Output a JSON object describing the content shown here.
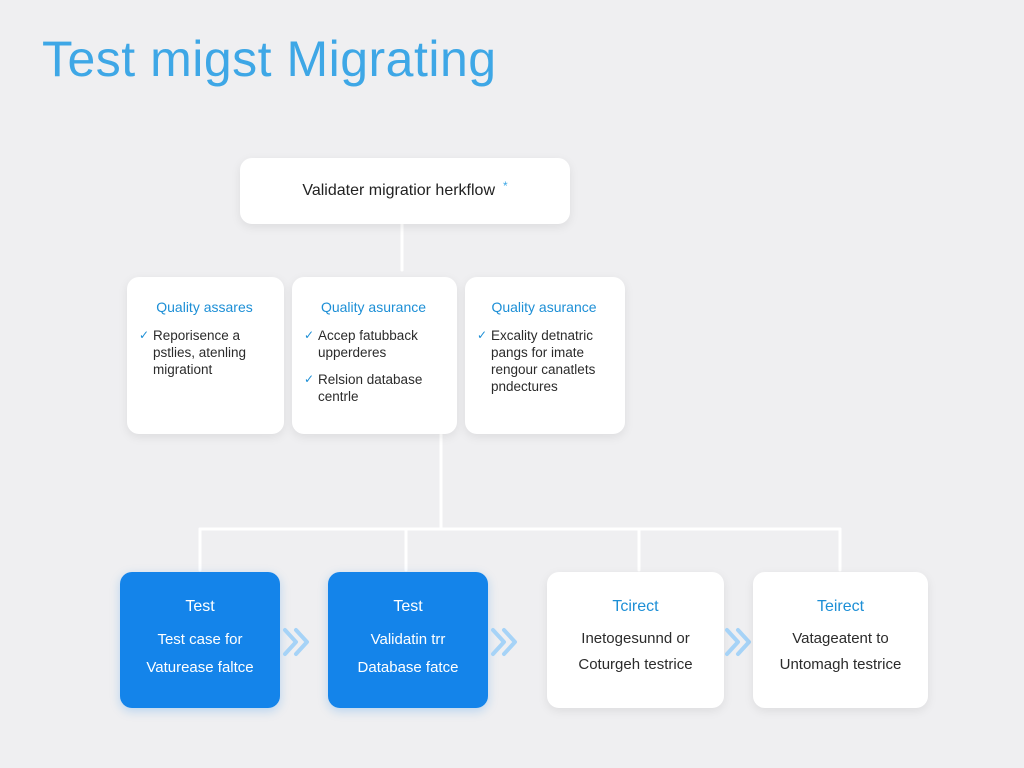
{
  "title": "Test migst Migrating",
  "root": {
    "label": "Validater migratior herkflow",
    "marker": "*"
  },
  "qa_cards": [
    {
      "heading": "Quality assares",
      "items": [
        {
          "check": true,
          "text": "Reporisence a\npstlies, atenling\nmigrationt"
        }
      ]
    },
    {
      "heading": "Quality asurance",
      "items": [
        {
          "check": true,
          "text": "Accep fatubback\nupperderes"
        },
        {
          "check": true,
          "text": "Relsion database\ncentrle"
        }
      ]
    },
    {
      "heading": "Quality asurance",
      "items": [
        {
          "check": true,
          "text": "Excality detnatric\npangs for imate\nrengour canatlets\npndectures"
        }
      ]
    }
  ],
  "steps": [
    {
      "title": "Test",
      "body": "Test case for\nVaturease faltce",
      "style": "active"
    },
    {
      "title": "Test",
      "body": "Validatin trr\nDatabase fatce",
      "style": "active"
    },
    {
      "title": "Tcirect",
      "body": "Inetogesunnd or\nCoturgeh testrice",
      "style": "plain"
    },
    {
      "title": "Teirect",
      "body": "Vatageatent to\nUntomagh testrice",
      "style": "plain"
    }
  ],
  "colors": {
    "accent": "#1484ea",
    "title": "#3ea7e6",
    "heading": "#1d8fd6",
    "connector": "#ffffff",
    "background": "#efeff1"
  },
  "icons": {
    "check": "check-icon",
    "flow_arrow": "double-chevron-right-icon"
  }
}
